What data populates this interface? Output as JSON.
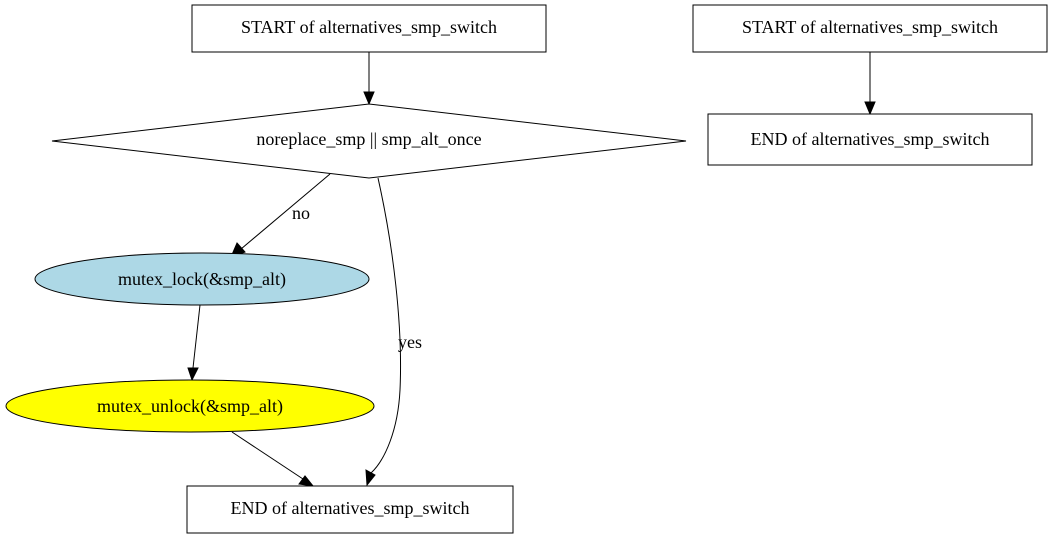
{
  "diagram": {
    "nodes": {
      "start_main": {
        "label": "START of alternatives_smp_switch"
      },
      "decision": {
        "label": "noreplace_smp || smp_alt_once"
      },
      "mutex_lock": {
        "label": "mutex_lock(&smp_alt)",
        "fill": "#add8e6"
      },
      "mutex_unlock": {
        "label": "mutex_unlock(&smp_alt)",
        "fill": "#ffff00"
      },
      "end_main": {
        "label": "END of alternatives_smp_switch"
      },
      "start_side": {
        "label": "START of alternatives_smp_switch"
      },
      "end_side": {
        "label": "END of alternatives_smp_switch"
      }
    },
    "edges": {
      "no_label": "no",
      "yes_label": "yes"
    }
  }
}
